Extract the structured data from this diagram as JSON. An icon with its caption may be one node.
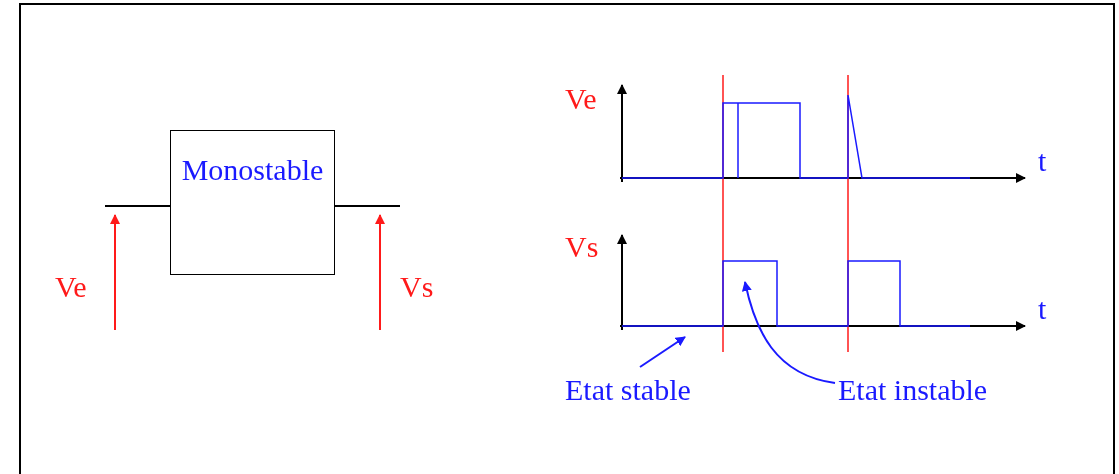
{
  "diagram": {
    "nodes": [
      {
        "text": [
          "Monostable"
        ]
      },
      {
        "text": [
          "Etat stable"
        ]
      },
      {
        "text": [
          "Etat instable"
        ]
      }
    ],
    "edges": [
      {
        "from": null,
        "to": 0,
        "arrow": "none"
      },
      {
        "from": 0,
        "to": null,
        "arrow": "none"
      },
      {
        "from": 1,
        "to": null,
        "arrow": "to",
        "color": "#1a1aff"
      },
      {
        "from": 2,
        "to": null,
        "arrow": "to",
        "color": "#1a1aff"
      }
    ],
    "labels": [
      "Ve",
      "Vs",
      "Ve",
      "t",
      "Vs",
      "t"
    ]
  }
}
